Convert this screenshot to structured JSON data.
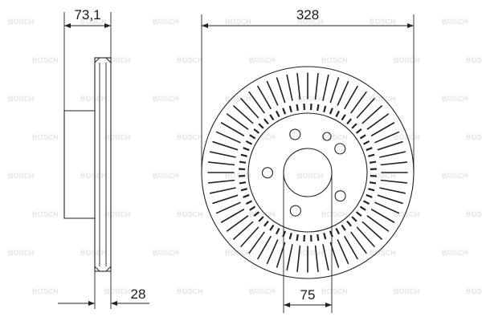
{
  "dimensions": {
    "hub_height": "73,1",
    "outer_diameter": "328",
    "thickness": "28",
    "center_bore": "75"
  },
  "watermark": "BOSCH",
  "disc": {
    "bolt_holes": 5,
    "outer_vents": 60,
    "inner_ring_vents": 60
  },
  "colors": {
    "line": "#222222",
    "watermark": "#e6e6e6"
  }
}
